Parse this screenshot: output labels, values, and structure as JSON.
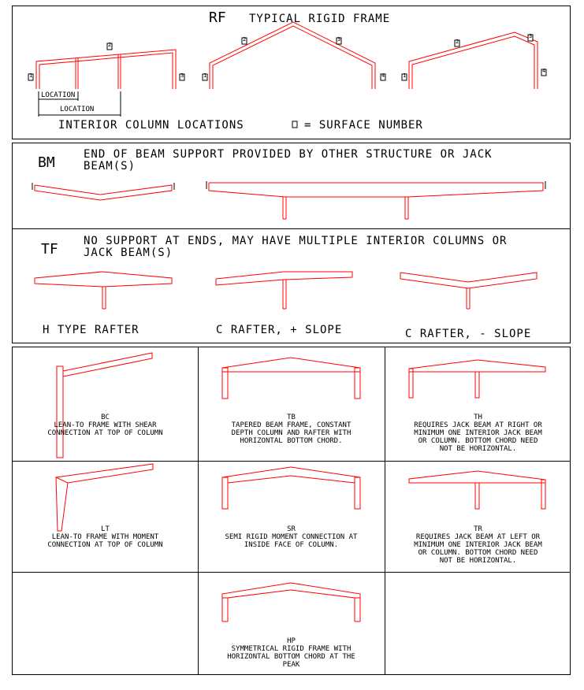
{
  "rf": {
    "code": "RF",
    "title": "TYPICAL RIGID FRAME",
    "location_short": "LOCATION",
    "location_long": "LOCATION",
    "interior_label": "INTERIOR COLUMN LOCATIONS",
    "surface_legend": "= SURFACE NUMBER",
    "surface_tags": [
      "1",
      "2",
      "3",
      "4"
    ]
  },
  "bm": {
    "code": "BM",
    "desc_line1": "END OF BEAM SUPPORT PROVIDED BY OTHER STRUCTURE OR JACK",
    "desc_line2": "BEAM(S)"
  },
  "tf": {
    "code": "TF",
    "desc_line1": "NO SUPPORT AT ENDS, MAY HAVE MULTIPLE INTERIOR COLUMNS OR",
    "desc_line2": "JACK BEAM(S)",
    "labels": [
      "H TYPE RAFTER",
      "C RAFTER, + SLOPE",
      "C RAFTER, - SLOPE"
    ]
  },
  "grid": {
    "bc": {
      "code": "BC",
      "lines": [
        "LEAN-TO FRAME WITH SHEAR",
        "CONNECTION AT TOP OF COLUMN"
      ]
    },
    "tb": {
      "code": "TB",
      "lines": [
        "TAPERED BEAM FRAME, CONSTANT",
        "DEPTH COLUMN AND RAFTER WITH",
        "HORIZONTAL BOTTOM CHORD."
      ]
    },
    "th": {
      "code": "TH",
      "lines": [
        "REQUIRES JACK BEAM AT RIGHT OR",
        "MINIMUM ONE INTERIOR JACK BEAM",
        "OR COLUMN. BOTTOM CHORD NEED",
        "NOT BE HORIZONTAL."
      ]
    },
    "lt": {
      "code": "LT",
      "lines": [
        "LEAN-TO FRAME WITH MOMENT",
        "CONNECTION AT TOP OF COLUMN"
      ]
    },
    "sr": {
      "code": "SR",
      "lines": [
        "SEMI RIGID MOMENT CONNECTION AT",
        "INSIDE FACE OF COLUMN."
      ]
    },
    "tr": {
      "code": "TR",
      "lines": [
        "REQUIRES JACK BEAM AT LEFT OR",
        "MINIMUM ONE INTERIOR JACK BEAM",
        "OR COLUMN. BOTTOM CHORD NEED",
        "NOT BE HORIZONTAL."
      ]
    },
    "hp": {
      "code": "HP",
      "lines": [
        "SYMMETRICAL RIGID FRAME WITH",
        "HORIZONTAL BOTTOM CHORD AT THE",
        "PEAK"
      ]
    }
  },
  "colors": {
    "frame": "#ff0000",
    "line": "#000000"
  }
}
